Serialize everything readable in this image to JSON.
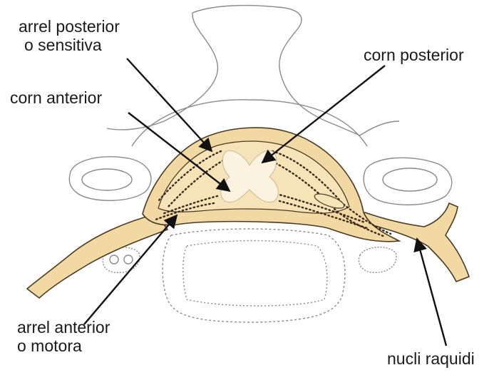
{
  "colors": {
    "background": "#ffffff",
    "nerve_fill": "#f2d9a4",
    "nerve_stroke": "#4a3a22",
    "bone_stroke": "#8a8a8a",
    "gray_matter": "#fbf3df",
    "dots": "#3a2a18",
    "text": "#1a1a1a",
    "arrow": "#111111"
  },
  "labels": {
    "posterior_root": {
      "line1": "arrel posterior",
      "line2": "o sensitiva"
    },
    "anterior_horn": {
      "line1": "corn anterior"
    },
    "posterior_horn": {
      "line1": "corn posterior"
    },
    "anterior_root": {
      "line1": "arrel anterior",
      "line2": "o motora"
    },
    "spinal_nerve": {
      "line1": "nucli raquidi"
    }
  }
}
